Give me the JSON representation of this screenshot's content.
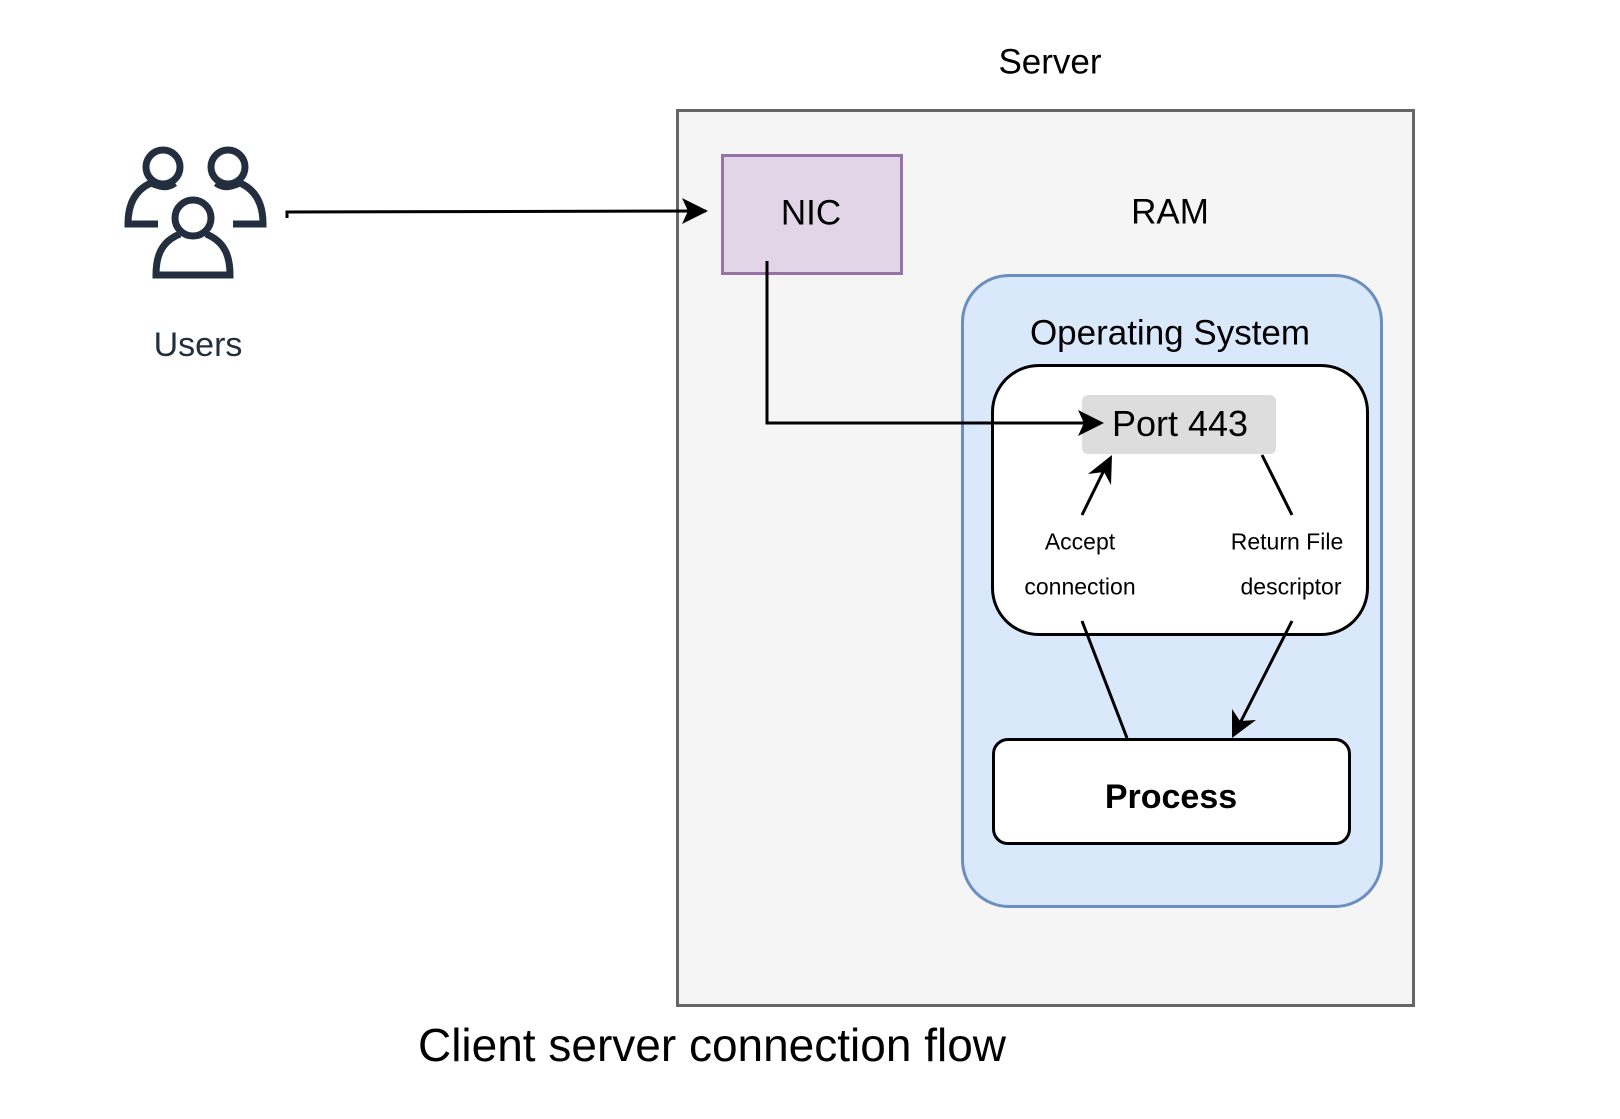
{
  "diagram": {
    "title": "Client server connection flow",
    "colors": {
      "server_fill": "#f5f5f5",
      "server_stroke": "#666666",
      "nic_fill": "#e1d5e7",
      "nic_stroke": "#9673a6",
      "os_fill": "#dae8fc",
      "os_stroke": "#6c8ebf",
      "port_fill": "#dddddd",
      "users_icon": "#232f3e",
      "edge": "#000000"
    },
    "nodes": {
      "users": {
        "label": "Users",
        "icon": "users-group-icon"
      },
      "server": {
        "label": "Server"
      },
      "ram": {
        "label": "RAM"
      },
      "nic": {
        "label": "NIC"
      },
      "os": {
        "label": "Operating System"
      },
      "port": {
        "label": "Port 443"
      },
      "accept": {
        "line1": "Accept",
        "line2": "connection"
      },
      "return_fd": {
        "line1": "Return File",
        "line2": "descriptor"
      },
      "process": {
        "label": "Process"
      }
    },
    "edges": [
      {
        "from": "users",
        "to": "nic",
        "arrow": true
      },
      {
        "from": "nic",
        "to": "port",
        "arrow": true
      },
      {
        "from": "process",
        "to": "port",
        "label": "Accept connection",
        "arrow": true
      },
      {
        "from": "port",
        "to": "process",
        "label": "Return File descriptor",
        "arrow": true
      }
    ]
  }
}
